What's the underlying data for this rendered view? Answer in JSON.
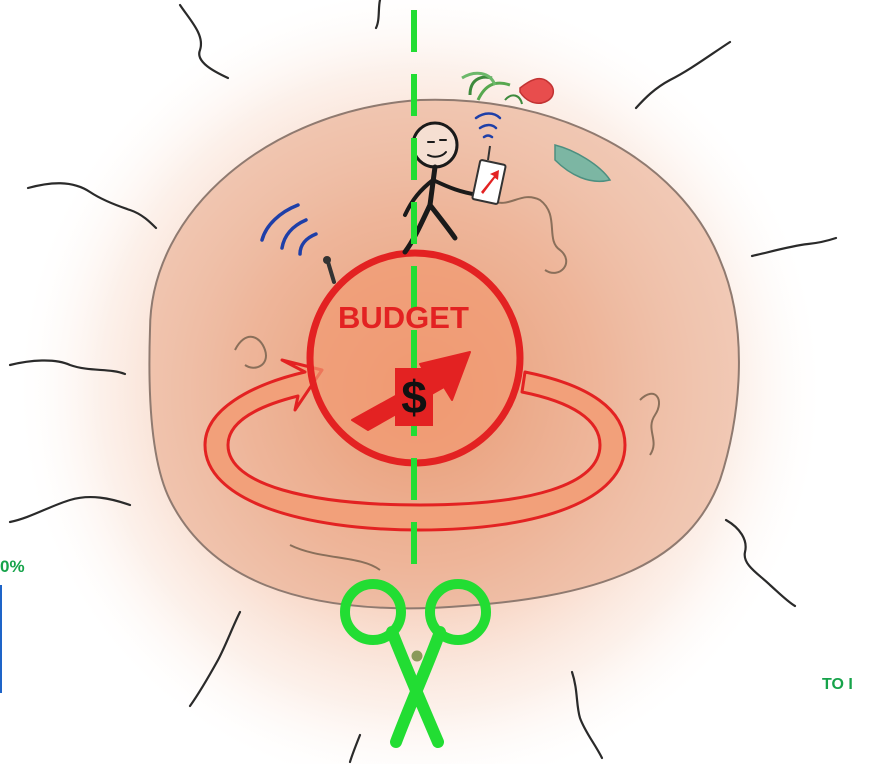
{
  "budget": {
    "label": "BUDGET",
    "symbol": "$"
  },
  "left_edge_text": "0%",
  "right_edge_text": "TO I",
  "colors": {
    "budget_red": "#e32222",
    "cut_green": "#22dd33",
    "text_green": "#16a34a",
    "signal_blue": "#1e3fa8",
    "glow_orange": "#e9814e",
    "crack_line": "#2a2a2a"
  },
  "icons": [
    "globe-icon",
    "budget-circle-icon",
    "dollar-icon",
    "arrow-up-right-icon",
    "cycle-arrow-icon",
    "scissors-icon",
    "stick-figure-icon",
    "tablet-icon",
    "antenna-icon",
    "wifi-signal-icon",
    "plant-icon",
    "cut-line-icon"
  ]
}
